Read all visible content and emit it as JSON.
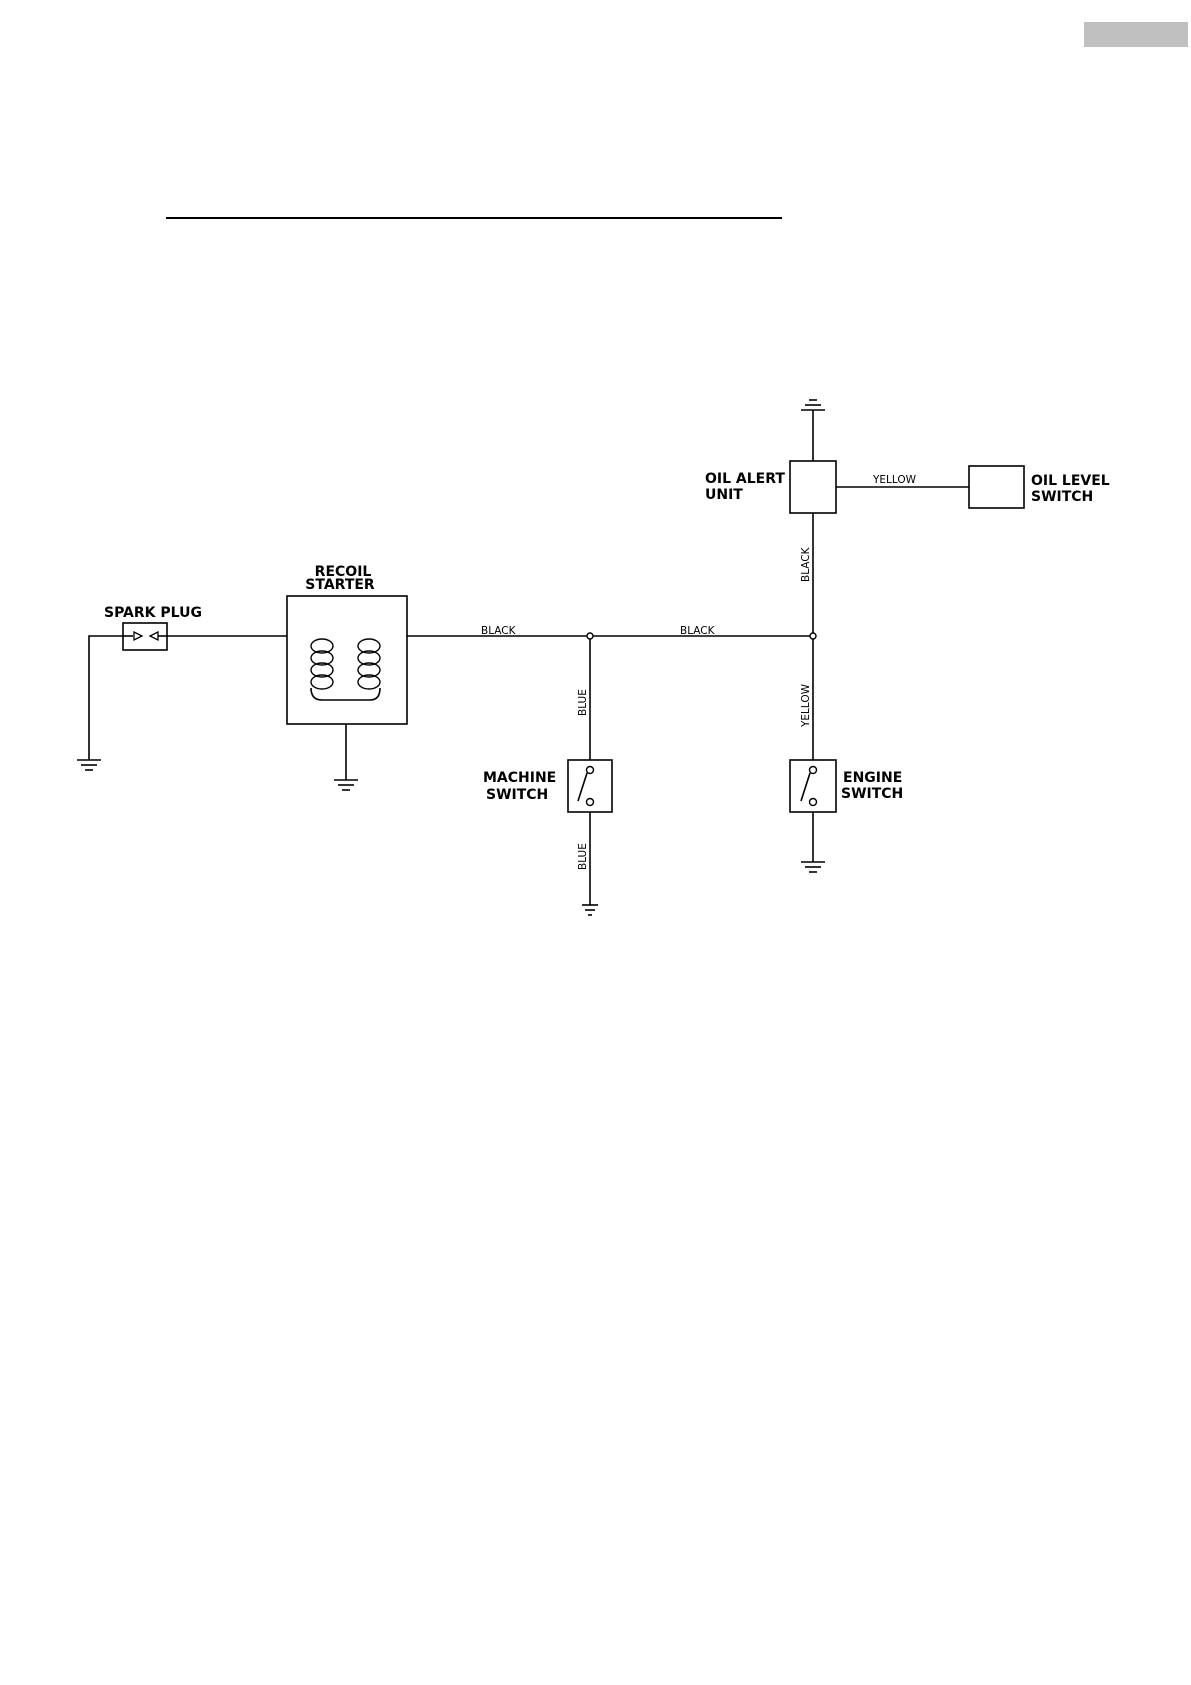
{
  "page": {
    "corner_tab_color": "#c0c0c0"
  },
  "components": {
    "spark_plug": "SPARK PLUG",
    "recoil_starter": [
      "RECOIL",
      "STARTER"
    ],
    "oil_alert_unit": [
      "OIL ALERT",
      "UNIT"
    ],
    "oil_level_switch": [
      "OIL LEVEL",
      "SWITCH"
    ],
    "machine_switch": [
      "MACHINE",
      "SWITCH"
    ],
    "engine_switch": [
      "ENGINE",
      "SWITCH"
    ]
  },
  "wires": {
    "starter_to_junction": "BLACK",
    "junction_to_junction": "BLACK",
    "oil_alert_down": "BLACK",
    "oil_alert_to_level": "YELLOW",
    "to_engine_switch": "YELLOW",
    "to_machine_switch": "BLUE",
    "machine_switch_ground": "BLUE"
  },
  "icons": {
    "ground": "ground-icon",
    "switch": "switch-icon",
    "coil": "coil-icon",
    "spark_gap": "spark-gap-icon"
  }
}
